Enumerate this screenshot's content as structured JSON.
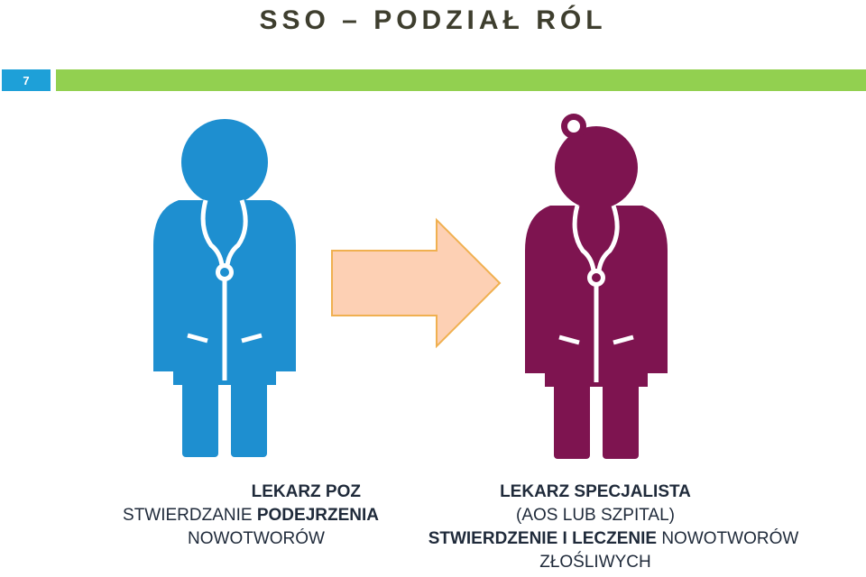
{
  "slide": {
    "title": "SSO – PODZIAŁ RÓL",
    "number": "7"
  },
  "left": {
    "heading": "LEKARZ POZ",
    "line2_normal": "STWIERDZANIE ",
    "line2_bold": "PODEJRZENIA",
    "line3": "NOWOTWORÓW",
    "figure_color": "#1e8fd0",
    "figure_icon": "doctor-icon"
  },
  "right": {
    "heading": "LEKARZ SPECJALISTA",
    "line2": "(AOS LUB SZPITAL)",
    "line3_bold": "STWIERDZENIE I LECZENIE",
    "line3_normal": " NOWOTWORÓW",
    "line4": "ZŁOŚLIWYCH",
    "figure_color": "#7e1450",
    "figure_icon": "specialist-doctor-icon"
  },
  "colors": {
    "accent_blue": "#1ea0d8",
    "accent_green": "#92d050",
    "arrow_fill": "#fdd0b4",
    "arrow_stroke": "#f0b050"
  }
}
